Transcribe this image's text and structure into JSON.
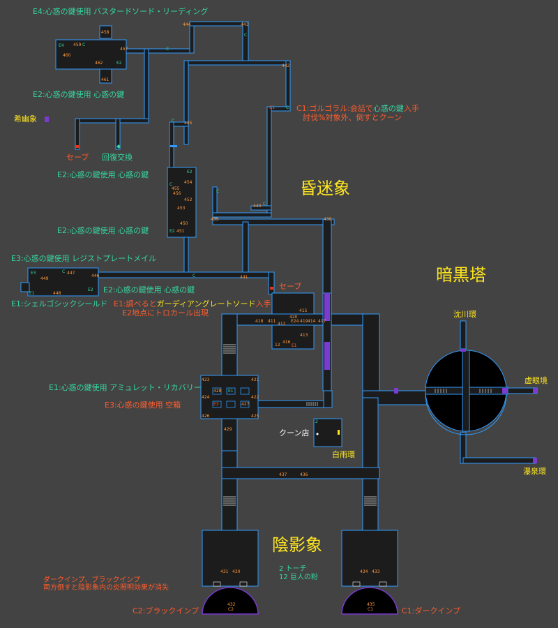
{
  "colors": {
    "background": "#434343",
    "corridor_fill": "#1c1c1c",
    "corridor_outline": "#2f9cff",
    "magic_door": "#7a3bd1",
    "area_title": "#ffe61e",
    "key_note": "#35d7a2",
    "event_note": "#ff5c2d",
    "room_number": "#ff9a3c",
    "save_marker": "#e8351a"
  },
  "area_names": {
    "coma": "昏迷象",
    "dark_tower": "暗黒塔",
    "shadow": "陰影象"
  },
  "exits": {
    "west": "希幽象",
    "sinsen": "沈川環",
    "kyogan": "虚眼境",
    "bakusen": "瀑泉環",
    "hakuu": "白雨環"
  },
  "annotations": {
    "e4": "E4:心惑の鍵使用 バスタードソード・リーディング",
    "e2_top": "E2:心惑の鍵使用 心惑の鍵",
    "c1_line1": "C1:ゴルゴラル:会話で",
    "c1_key": "心惑の鍵",
    "c1_get": "入手",
    "c1_line2": "討伐%対象外、倒すとクーン",
    "save_left": "セーブ",
    "recovery": "回復交換",
    "e2_mid1": "E2:心惑の鍵使用 心惑の鍵",
    "e2_mid2": "E2:心惑の鍵使用 心惑の鍵",
    "e3": "E3:心惑の鍵使用 レジストプレートメイル",
    "e2_low": "E2:心惑の鍵使用 心惑の鍵",
    "save_mid": "セーブ",
    "e1_shield": "E1:シェルゴシックシールド",
    "e1_check_a": "E1:調べると",
    "e1_check_b": "ガーディアングレートソード",
    "e1_check_c": "入手",
    "e2_troll": "E2地点にトロカール出現",
    "e1_amulet": "E1:心惑の鍵使用 アミュレット・リカバリー",
    "e3_empty": "E3:心惑の鍵使用 空箱",
    "koon_shop": "クーン店",
    "torch": "2 トーチ",
    "giant": "12 巨人の粉",
    "imp_line1": "ダークインプ、ブラックインプ",
    "imp_line2": "両方倒すと陰影象内の炎照明効果が消失",
    "c2_black": "C2:ブラックインプ",
    "c1_dark": "C1:ダークインプ"
  },
  "room_numbers": {
    "r458": "458",
    "r459": "459",
    "r460": "460",
    "r461": "461",
    "r462": "462",
    "r457": "457",
    "r444": "444",
    "r443": "443",
    "r442": "442",
    "r445": "445",
    "r454": "454",
    "r455": "455",
    "r456": "456",
    "r452": "452",
    "r453": "453",
    "r450": "450",
    "r451": "451",
    "r439": "439",
    "r440": "440",
    "r438": "438",
    "r447": "447",
    "r446": "446",
    "r449": "449",
    "r448": "448",
    "r441": "441",
    "r415": "415",
    "r418": "418",
    "r411": "411",
    "r412": "412",
    "r420": "420",
    "r419": "419",
    "r414": "414",
    "r417": "417",
    "r413": "413",
    "r416": "416",
    "r423": "423",
    "r421": "421",
    "r424": "424",
    "r422": "422",
    "r426": "426",
    "r425": "425",
    "r429": "429",
    "r428": "428",
    "r427": "427",
    "r437": "437",
    "r436": "436",
    "r431": "431",
    "r430": "430",
    "r434": "434",
    "r433": "433",
    "r432": "432",
    "r435": "435"
  },
  "markers": {
    "c": "C",
    "c1": "C1",
    "c2": "C2",
    "e1": "E1",
    "e2": "E2",
    "e3": "E3",
    "e4": "E4",
    "e2x": "E24",
    "num12": "12",
    "num2": "2"
  }
}
